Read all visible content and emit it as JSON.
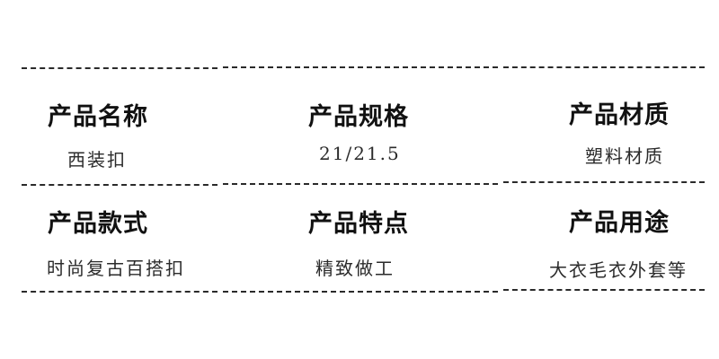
{
  "specs": [
    {
      "label": "产品名称",
      "value": "西装扣"
    },
    {
      "label": "产品规格",
      "value": "21/21.5"
    },
    {
      "label": "产品材质",
      "value": "塑料材质"
    },
    {
      "label": "产品款式",
      "value": "时尚复古百搭扣"
    },
    {
      "label": "产品特点",
      "value": "精致做工"
    },
    {
      "label": "产品用途",
      "value": "大衣毛衣外套等"
    }
  ]
}
